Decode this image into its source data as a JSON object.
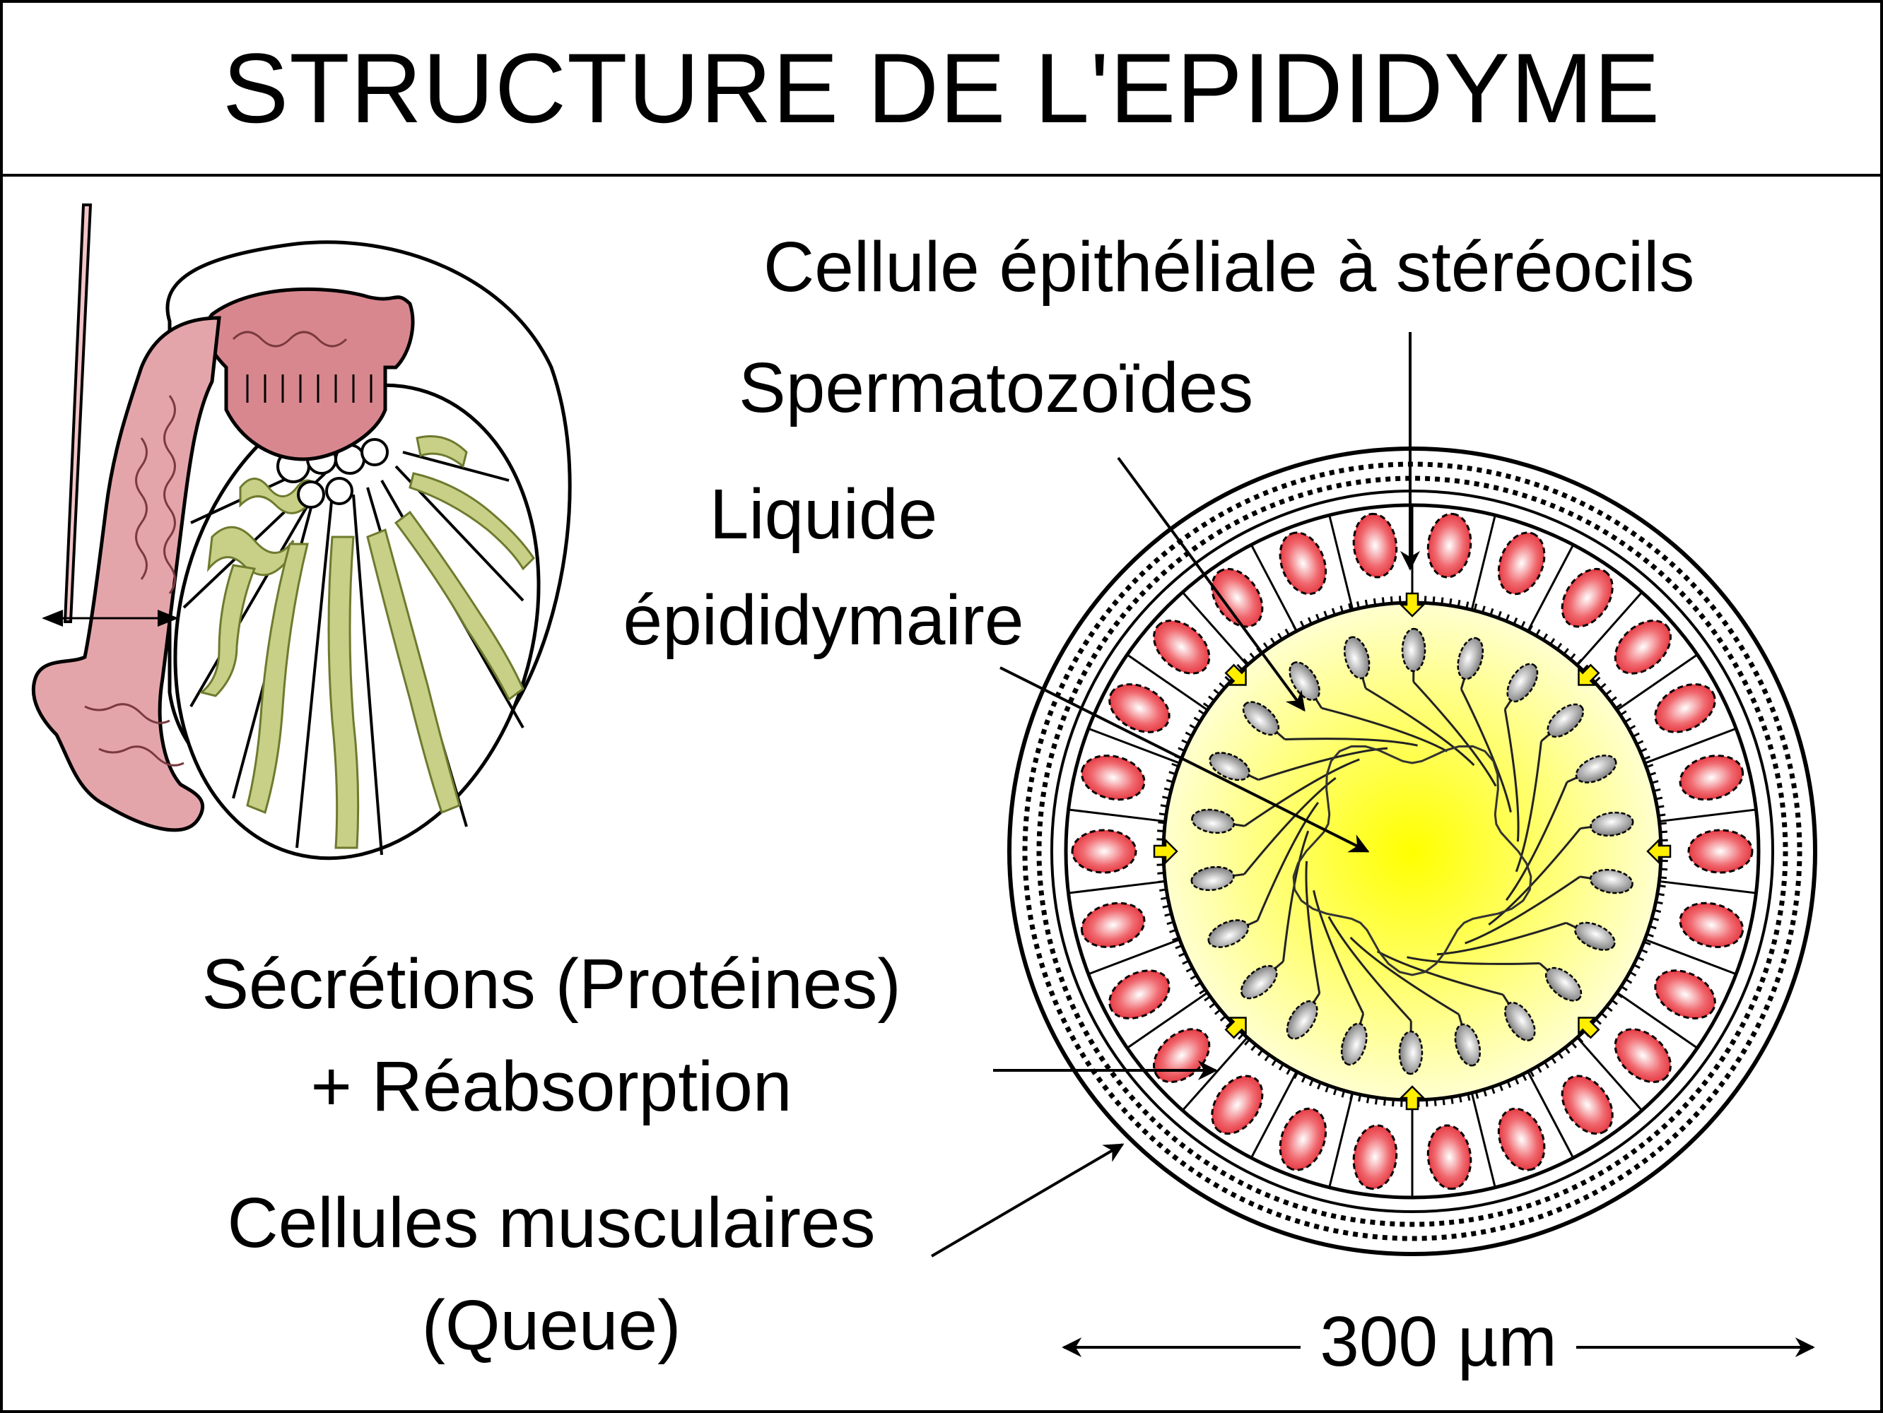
{
  "title": "STRUCTURE DE L'EPIDIDYME",
  "labels": {
    "stereocil_cell": "Cellule épithéliale à stéréocils",
    "spermatozoa": "Spermatozoïdes",
    "fluid_line1": "Liquide",
    "fluid_line2": "épididymaire",
    "secretions_line1": "Sécrétions (Protéines)",
    "secretions_line2": "+ Réabsorption",
    "muscle_line1": "Cellules musculaires",
    "muscle_line2": "(Queue)",
    "scale": "300 µm"
  },
  "colors": {
    "epididymis_pink": "#d9878f",
    "tubule_green": "#c8cf86",
    "lumen_yellow": "#ffff33",
    "nucleus_red": "#e8343c",
    "secretion_arrow": "#ffee00",
    "sperm_gray": "#8a8a8a"
  }
}
